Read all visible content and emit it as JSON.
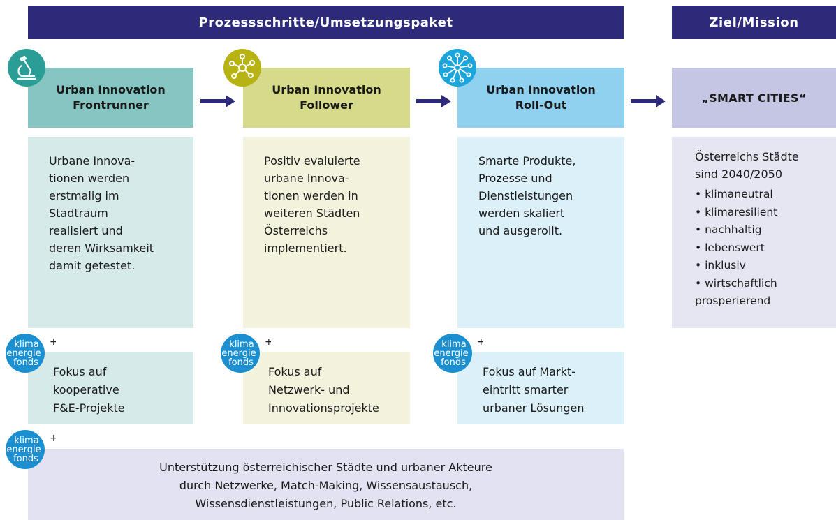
{
  "header": {
    "process": "Prozessschritte/Umsetzungspaket",
    "goal": "Ziel/Mission"
  },
  "stages": [
    {
      "title": "Urban Innovation\nFrontrunner",
      "icon": "microscope-icon",
      "description": "Urbane Innova-\ntionen werden\nerstmalig im\nStadtraum\nrealisiert und\nderen Wirksamkeit\ndamit getestet.",
      "focus": "Fokus auf\nkooperative\nF&E-Projekte",
      "colors": {
        "title": "#86c5c1",
        "body": "#d7eaea",
        "icon": "#2a9e96"
      }
    },
    {
      "title": "Urban Innovation\nFollower",
      "icon": "network-icon",
      "description": "Positiv evaluierte\nurbane Innova-\ntionen werden in\nweiteren Städten\nÖsterreichs\nimplementiert.",
      "focus": "Fokus auf\nNetzwerk- und\nInnovationsprojekte",
      "colors": {
        "title": "#d6da8b",
        "body": "#f3f2dc",
        "icon": "#b6b312"
      }
    },
    {
      "title": "Urban Innovation\nRoll-Out",
      "icon": "hub-network-icon",
      "description": "Smarte Produkte,\nProzesse und\nDienstleistungen\nwerden skaliert\nund ausgerollt.",
      "focus": "Fokus auf Markt-\neintritt smarter\nurbaner Lösungen",
      "colors": {
        "title": "#8fd1ef",
        "body": "#dcf0f9",
        "icon": "#1aa6dc"
      }
    }
  ],
  "goal": {
    "title": "„SMART CITIES“",
    "heading": "Österreichs Städte\nsind 2040/2050",
    "items": [
      "• klimaneutral",
      "• klimaresilient",
      "• nachhaltig",
      "• lebenswert",
      "• inklusiv",
      "• wirtschaftlich\n   prosperierend"
    ]
  },
  "support": "Unterstützung österreichischer Städte und urbaner Akteure\ndurch Netzwerke, Match-Making, Wissensaustausch,\nWissensdienstleistungen, Public Relations, etc.",
  "logo": {
    "lines": [
      "klima",
      "energie",
      "fonds"
    ],
    "plus": "+",
    "color": "#1b8fcf"
  },
  "colors": {
    "header": "#2d2a7a",
    "arrow": "#2d2a7a",
    "goal_title": "#c5c6e3",
    "goal_body": "#e6e6f3",
    "support": "#e2e2f2"
  }
}
